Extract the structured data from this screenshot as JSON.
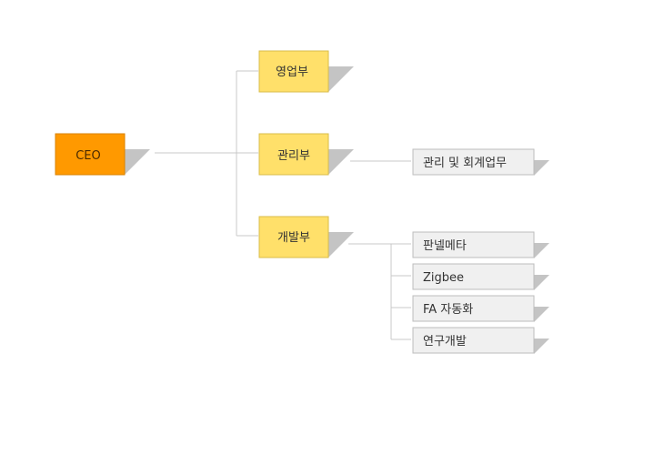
{
  "org_chart": {
    "ceo": {
      "label": "CEO"
    },
    "departments": [
      {
        "label": "영업부",
        "children": []
      },
      {
        "label": "관리부",
        "children": [
          {
            "label": "관리 및 회계업무"
          }
        ]
      },
      {
        "label": "개발부",
        "children": [
          {
            "label": "판넬메타"
          },
          {
            "label": "Zigbee"
          },
          {
            "label": "FA 자동화"
          },
          {
            "label": "연구개발"
          }
        ]
      }
    ]
  },
  "colors": {
    "ceo_fill": "#ff9900",
    "department_fill": "#ffe06a",
    "team_fill": "#f0f0f0",
    "connector": "#c8c8c8",
    "shadow": "#c4c4c4"
  }
}
